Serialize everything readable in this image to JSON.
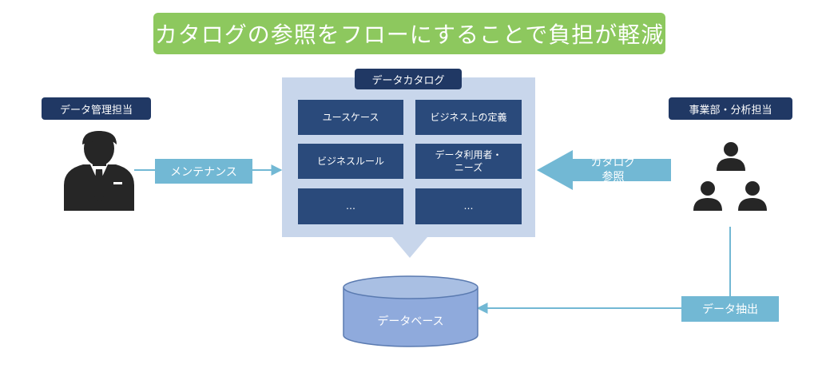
{
  "title": "カタログの参照をフローにすることで負担が軽減",
  "catalog": {
    "header": "データカタログ",
    "items": [
      "ユースケース",
      "ビジネス上の定義",
      "ビジネスルール",
      "データ利用者・ニーズ",
      "…",
      "…"
    ],
    "item6_line1": "データ利用者・",
    "item6_line2": "ニーズ"
  },
  "left_role": {
    "label": "データ管理担当",
    "icon": "businessman-icon"
  },
  "right_role": {
    "label": "事業部・分析担当",
    "icon": "user-group-icon"
  },
  "flows": {
    "maintenance": "メンテナンス",
    "reference_line1": "カタログ",
    "reference_line2": "参照",
    "extraction": "データ抽出"
  },
  "database": {
    "label": "データベース",
    "icon": "database-cylinder-icon"
  },
  "colors": {
    "title_bg": "#8dc85e",
    "dark_navy": "#203864",
    "cell_blue": "#2a4a7b",
    "panel_bg": "#c8d6eb",
    "teal": "#72b8d4",
    "db_blue": "#8faadc",
    "icon_dark": "#262626"
  }
}
